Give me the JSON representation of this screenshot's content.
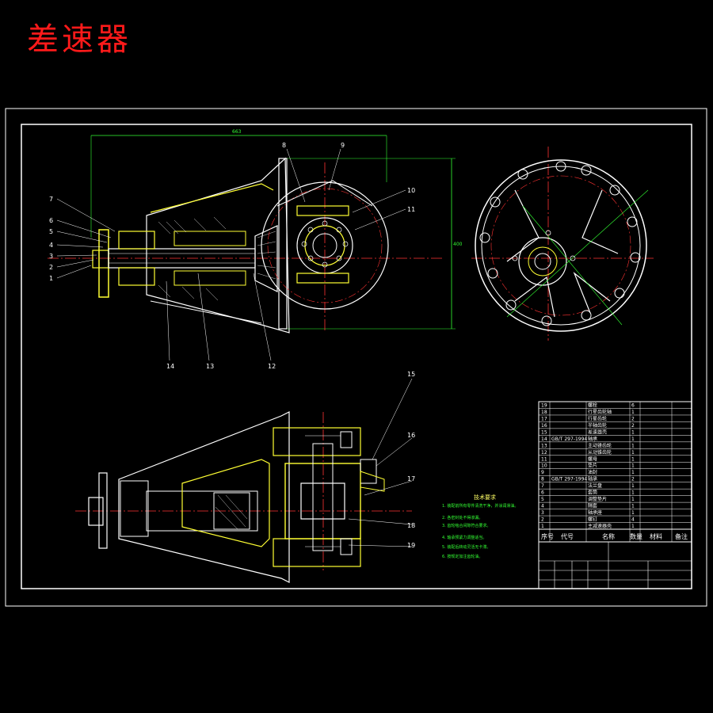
{
  "title": "差速器",
  "drawing": {
    "part_labels_left": [
      "7",
      "6",
      "5",
      "4",
      "3",
      "2",
      "1"
    ],
    "part_labels_top": [
      "8",
      "9",
      "10",
      "11"
    ],
    "part_labels_bottom": [
      "14",
      "13",
      "12"
    ],
    "part_labels_lower_right": [
      "15",
      "16",
      "17",
      "18",
      "19"
    ],
    "dimension_top": "663",
    "dimension_right": "400"
  },
  "technical_notes": {
    "heading": "技术要求",
    "lines": [
      "1. 装配前所有零件清洗干净，并涂润滑油。",
      "2. 各密封处不得渗漏。",
      "3. 齿轮啮合间隙符合要求。",
      "4. 轴承预紧力调整适当。",
      "5. 装配后转动灵活无卡滞。",
      "6. 按规定加注齿轮油。"
    ]
  },
  "title_block": {
    "rows": [
      {
        "no": "19",
        "code": "",
        "name": "螺栓",
        "qty": "6"
      },
      {
        "no": "18",
        "code": "",
        "name": "行星齿轮轴",
        "qty": "1"
      },
      {
        "no": "17",
        "code": "",
        "name": "行星齿轮",
        "qty": "2"
      },
      {
        "no": "16",
        "code": "",
        "name": "半轴齿轮",
        "qty": "2"
      },
      {
        "no": "15",
        "code": "",
        "name": "差速器壳",
        "qty": "1"
      },
      {
        "no": "14",
        "code": "GB/T 297-1994",
        "name": "轴承",
        "qty": "1"
      },
      {
        "no": "13",
        "code": "",
        "name": "主动锥齿轮",
        "qty": "1"
      },
      {
        "no": "12",
        "code": "",
        "name": "从动锥齿轮",
        "qty": "1"
      },
      {
        "no": "11",
        "code": "",
        "name": "螺母",
        "qty": "1"
      },
      {
        "no": "10",
        "code": "",
        "name": "垫片",
        "qty": "1"
      },
      {
        "no": "9",
        "code": "",
        "name": "油封",
        "qty": "1"
      },
      {
        "no": "8",
        "code": "GB/T 297-1994",
        "name": "轴承",
        "qty": "2"
      },
      {
        "no": "7",
        "code": "",
        "name": "法兰盘",
        "qty": "1"
      },
      {
        "no": "6",
        "code": "",
        "name": "套筒",
        "qty": "1"
      },
      {
        "no": "5",
        "code": "",
        "name": "调整垫片",
        "qty": "1"
      },
      {
        "no": "4",
        "code": "",
        "name": "隔套",
        "qty": "1"
      },
      {
        "no": "3",
        "code": "",
        "name": "轴承座",
        "qty": "1"
      },
      {
        "no": "2",
        "code": "",
        "name": "螺钉",
        "qty": "4"
      },
      {
        "no": "1",
        "code": "",
        "name": "主减速器壳",
        "qty": "1"
      }
    ],
    "header": {
      "no": "序号",
      "code": "代号",
      "name": "名称",
      "qty": "数量",
      "material": "材料",
      "remark": "备注"
    }
  },
  "colors": {
    "frame": "#ffffff",
    "title": "#ff1a1a",
    "part_outline": "#ffff33",
    "centerline": "#ff3333",
    "dimension": "#33ff33",
    "hatch": "#ffffff"
  }
}
